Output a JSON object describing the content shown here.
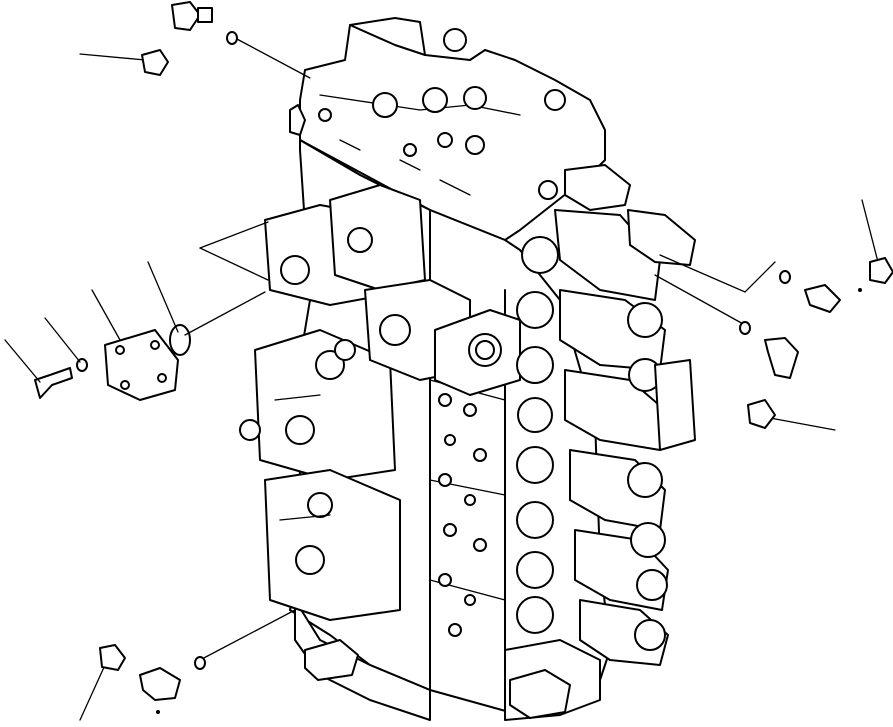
{
  "diagram": {
    "style": "black line art on white",
    "components": [
      "valve-body",
      "upper-cover-block",
      "spool-caps",
      "pilot-blocks",
      "elbow-fittings",
      "plugs",
      "o-rings",
      "cover-plate",
      "bolt",
      "washer"
    ],
    "colors": {
      "line": "#000000",
      "background": "#ffffff"
    }
  }
}
